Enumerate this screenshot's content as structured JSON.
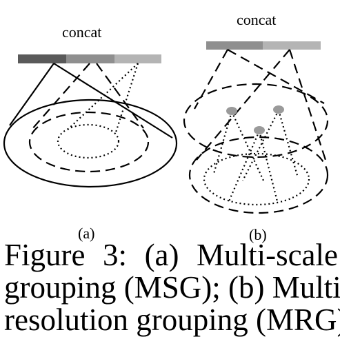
{
  "figure": {
    "concat_label_a": "concat",
    "concat_label_b": "concat",
    "panel_label_a": "(a)",
    "panel_label_b": "(b)",
    "colors": {
      "bar_dark": "#5a5a5a",
      "bar_mid": "#8f8f8f",
      "bar_light": "#b4b4b4",
      "point": "#9a9a9a",
      "stroke": "#000000"
    }
  },
  "caption": {
    "line1": "Figure 3:  (a) Multi-scale",
    "line2": "grouping (MSG); (b) Multi-",
    "line3": "resolution grouping (MRG)."
  }
}
